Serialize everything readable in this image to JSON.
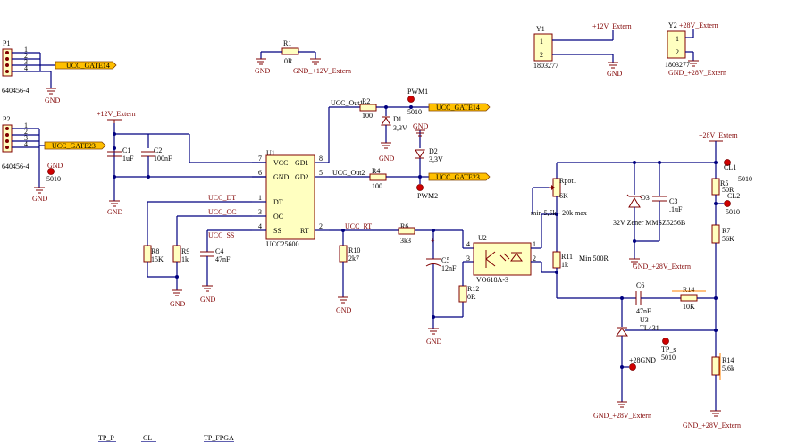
{
  "components": {
    "P1": {
      "ref": "P1",
      "part": "640456-4",
      "pins": [
        "1",
        "2",
        "3",
        "4"
      ]
    },
    "P2": {
      "ref": "P2",
      "part": "640456-4",
      "pins": [
        "1",
        "2",
        "3",
        "4"
      ]
    },
    "R1": {
      "ref": "R1",
      "value": "0R"
    },
    "Y1": {
      "ref": "Y1",
      "part": "1803277",
      "pins": [
        "1",
        "2"
      ]
    },
    "Y2": {
      "ref": "Y2",
      "part": "1803277",
      "pins": [
        "1",
        "2"
      ]
    },
    "C1": {
      "ref": "C1",
      "value": "1uF"
    },
    "C2": {
      "ref": "C2",
      "value": "100nF"
    },
    "U1": {
      "ref": "U1",
      "part": "UCC25600",
      "pins_left": [
        {
          "name": "VCC",
          "num": "7"
        },
        {
          "name": "GND",
          "num": "6"
        },
        {
          "name": "DT",
          "num": "1"
        },
        {
          "name": "OC",
          "num": "3"
        },
        {
          "name": "SS",
          "num": "4"
        }
      ],
      "pins_right": [
        {
          "name": "GD1",
          "num": "8"
        },
        {
          "name": "GD2",
          "num": "5"
        },
        {
          "name": "RT",
          "num": "2"
        }
      ]
    },
    "R2": {
      "ref": "R2",
      "value": "100"
    },
    "R4": {
      "ref": "R4",
      "value": "100"
    },
    "D1": {
      "ref": "D1",
      "value": "3,3V"
    },
    "D2": {
      "ref": "D2",
      "value": "3,3V"
    },
    "PWM1": {
      "ref": "PWM1",
      "value": "5010"
    },
    "PWM2": {
      "ref": "PWM2"
    },
    "R8": {
      "ref": "R8",
      "value": "15K"
    },
    "R9": {
      "ref": "R9",
      "value": "1k"
    },
    "C4": {
      "ref": "C4",
      "value": "47nF"
    },
    "R10": {
      "ref": "R10",
      "value": "2k7"
    },
    "R6": {
      "ref": "R6",
      "value": "3k3"
    },
    "C5": {
      "ref": "C5",
      "value": "12nF"
    },
    "R12": {
      "ref": "R12",
      "value": "0R"
    },
    "U2": {
      "ref": "U2",
      "part": "VO618A-3",
      "pins": [
        "4",
        "3",
        "1",
        "2"
      ]
    },
    "Rpot1": {
      "ref": "Rpot1",
      "value": "6K",
      "note": "min 5,5k - 20k max"
    },
    "R11": {
      "ref": "R11",
      "value": "1k",
      "note": "Min:500R"
    },
    "D3": {
      "ref": "D3",
      "value": "32V Zener MMSZ5256B"
    },
    "C3": {
      "ref": "C3",
      "value": ".1uF"
    },
    "R5": {
      "ref": "R5",
      "value": "50R"
    },
    "R7": {
      "ref": "R7",
      "value": "56K"
    },
    "CL1": {
      "ref": "CL1",
      "value": "5010"
    },
    "CL2": {
      "ref": "CL2",
      "value": "5010"
    },
    "C6": {
      "ref": "C6",
      "value": "47nF"
    },
    "R14a": {
      "ref": "R14",
      "value": "10K"
    },
    "R14b": {
      "ref": "R14",
      "value": "5,6k"
    },
    "U3": {
      "ref": "U3",
      "part": "TL431"
    },
    "TPs": {
      "ref": "TP_s",
      "value": "5010"
    },
    "TP5010": {
      "ref": "5010"
    }
  },
  "nets": {
    "gnd": "GND",
    "gnd_ext": "GND_+12V_Extern",
    "v12_ext": "+12V_Extern",
    "v12_ext2": "+12V_Extern",
    "v28_ext": "+28V_Extern",
    "v28_ext2": "+28V_Extern",
    "gnd28": "GND_+28V_Extern",
    "gnd28_2": "GND_+28V_Extern",
    "gnd28_3": "GND_+28V_Extern",
    "gnd28_4": "GND_+28V_Extern",
    "gnd28_5": "GND_+28V_Extern",
    "ucc_out1": "UCC_Out1",
    "ucc_out2": "UCC_Out2",
    "ucc_dt": "UCC_DT",
    "ucc_oc": "UCC_OC",
    "ucc_ss": "UCC_SS",
    "ucc_rt": "UCC_RT",
    "gate14_a": "UCC_GATE14",
    "gate14_b": "UCC_GATE14",
    "gate23_a": "UCC_GATE23",
    "gate23_b": "UCC_GATE23",
    "v28gnd": "+28GND"
  },
  "bottom_labels": [
    "TP_P",
    "CL",
    "TP_FPGA"
  ]
}
